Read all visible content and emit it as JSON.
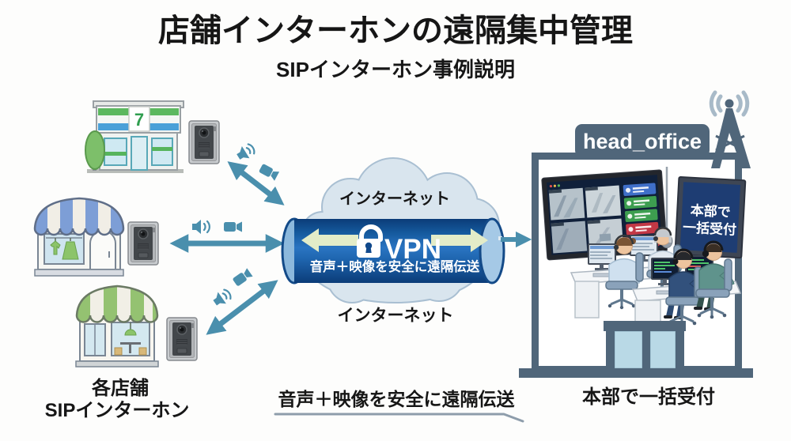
{
  "title": "店舗インターホンの遠隔集中管理",
  "subtitle": "SIPインターホン事例説明",
  "stores": {
    "convenience": {
      "logo_text": "7"
    },
    "caption_line1": "各店舗",
    "caption_line2": "SIPインターホン"
  },
  "network": {
    "internet_label_top": "インターネット",
    "internet_label_bottom": "インターネット",
    "vpn_label": "VPN",
    "tunnel_caption": "音声＋映像を安全に遠隔伝送"
  },
  "head_office": {
    "sign_label": "head_office",
    "monitor_line1": "本部で",
    "monitor_line2": "一括受付",
    "caption": "本部で一括受付"
  },
  "footer": {
    "secure_caption": "音声＋映像を安全に遠隔伝送"
  },
  "icons": {
    "audio": "speaker-icon",
    "video": "video-camera-icon",
    "secure": "lock-icon",
    "antenna": "radio-tower-icon"
  },
  "colors": {
    "arrow_teal": "#4a8fad",
    "vpn_body": "#155a9e",
    "vpn_cap": "#9cc2e2",
    "vpn_arrow": "#e3ecc8",
    "cloud_fill": "#d9e5ee",
    "cloud_stroke": "#a9bfd2",
    "slate": "#50667a",
    "screen_navy": "#1e3d73",
    "button_blue": "#3f6fc9",
    "button_green": "#3d9e50",
    "button_red": "#c23845",
    "awning_blue": "#7d9ed6",
    "awning_green": "#94c271"
  }
}
